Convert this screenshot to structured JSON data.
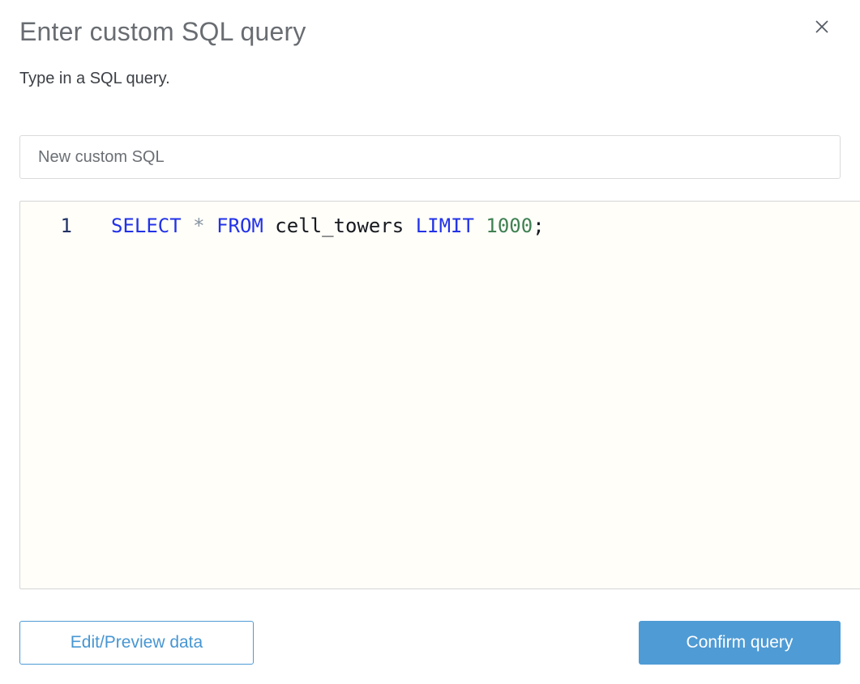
{
  "dialog": {
    "title": "Enter custom SQL query",
    "subtitle": "Type in a SQL query."
  },
  "name_input": {
    "value": "New custom SQL"
  },
  "editor": {
    "full_query": "SELECT * FROM cell_towers LIMIT 1000;",
    "lines": [
      {
        "number": "1",
        "tokens": [
          {
            "text": "SELECT",
            "type": "keyword"
          },
          {
            "text": " ",
            "type": "plain"
          },
          {
            "text": "*",
            "type": "operator"
          },
          {
            "text": " ",
            "type": "plain"
          },
          {
            "text": "FROM",
            "type": "keyword"
          },
          {
            "text": " cell_towers ",
            "type": "plain"
          },
          {
            "text": "LIMIT",
            "type": "keyword"
          },
          {
            "text": " ",
            "type": "plain"
          },
          {
            "text": "1000",
            "type": "number"
          },
          {
            "text": ";",
            "type": "plain"
          }
        ]
      }
    ]
  },
  "footer": {
    "edit_preview_label": "Edit/Preview data",
    "confirm_label": "Confirm query"
  },
  "colors": {
    "accent_blue": "#4f9bd5",
    "title_gray": "#696d72",
    "subtitle_gray": "#3c4045",
    "editor_background": "#fffef9",
    "syntax_keyword": "#2232e8",
    "syntax_number": "#3f8152",
    "syntax_operator": "#8795a1",
    "syntax_plain": "#16191f",
    "line_number_navy": "#223266"
  }
}
